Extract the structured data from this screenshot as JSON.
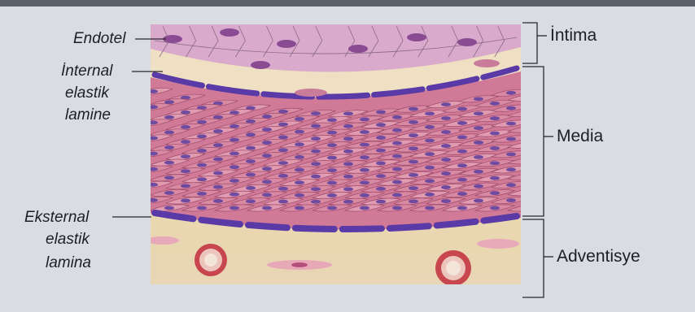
{
  "figure": {
    "left_labels": {
      "endotel": "Endotel",
      "internal": [
        "İnternal",
        "elastik",
        "lamine"
      ],
      "external": [
        "Eksternal",
        "elastik",
        "lamina"
      ]
    },
    "right_labels": {
      "intima": "İntima",
      "media": "Media",
      "adventisye": "Adventisye"
    }
  },
  "colors": {
    "background": "#d9dce0",
    "intima": "#d9a9c6",
    "muscle_band": "#c86f8d",
    "elastic_lamina": "#5a3aa6",
    "adventitia": "#eedcab"
  }
}
